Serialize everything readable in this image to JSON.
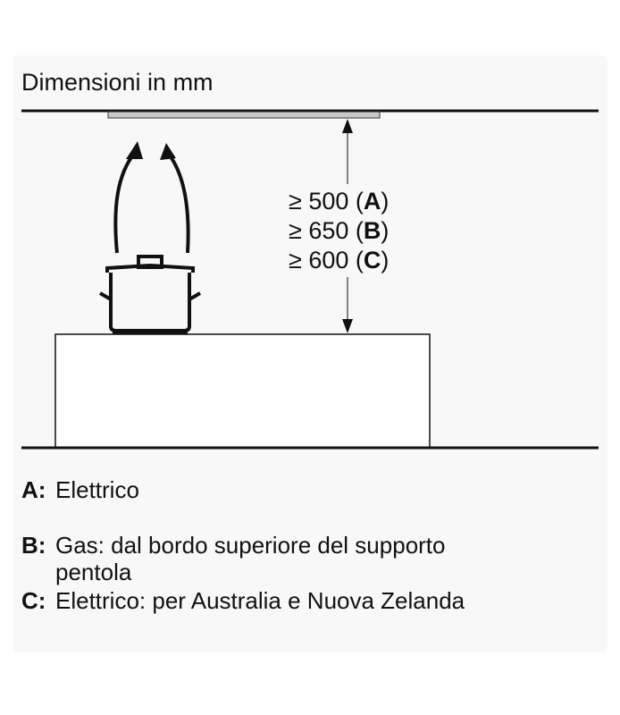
{
  "title": "Dimensioni in mm",
  "dimensions": [
    {
      "prefix": "≥ 500 (",
      "key": "A",
      "suffix": ")"
    },
    {
      "prefix": "≥ 650 (",
      "key": "B",
      "suffix": ")"
    },
    {
      "prefix": "≥ 600 (",
      "key": "C",
      "suffix": ")"
    }
  ],
  "legend": [
    {
      "key": "A:",
      "lines": [
        "Elettrico"
      ]
    },
    {
      "key": "B:",
      "lines": [
        "Gas: dal bordo superiore del supporto",
        "pentola"
      ]
    },
    {
      "key": "C:",
      "lines": [
        "Elettrico: per Australia e Nuova Zelanda"
      ]
    }
  ]
}
